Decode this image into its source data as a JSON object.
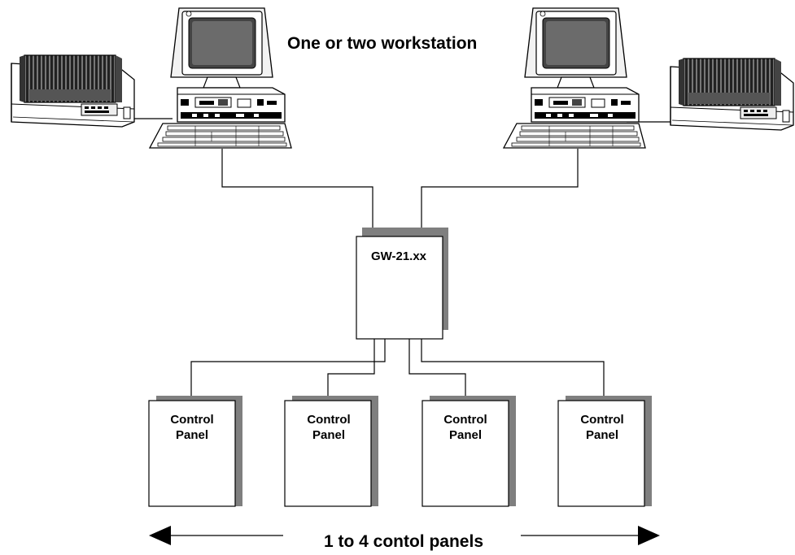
{
  "title": "One or two workstation",
  "gateway": {
    "label": "GW-21.xx"
  },
  "control_panels": [
    {
      "line1": "Control",
      "line2": "Panel"
    },
    {
      "line1": "Control",
      "line2": "Panel"
    },
    {
      "line1": "Control",
      "line2": "Panel"
    },
    {
      "line1": "Control",
      "line2": "Panel"
    }
  ],
  "footer": {
    "label": "1 to 4 contol panels"
  },
  "icons": {
    "left_printer": "printer-icon",
    "left_computer": "computer-icon",
    "right_computer": "computer-icon",
    "right_printer": "printer-icon"
  }
}
